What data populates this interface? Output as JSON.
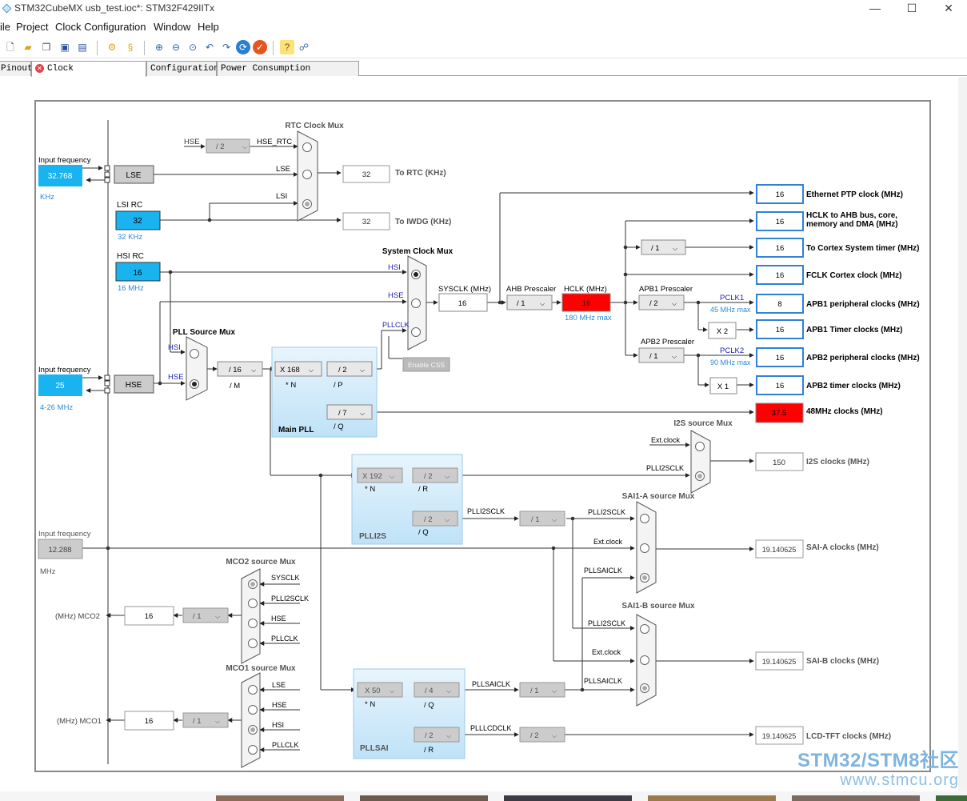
{
  "window": {
    "title": "STM32CubeMX usb_test.ioc*: STM32F429IITx",
    "controls": [
      "—",
      "☐",
      "✕"
    ]
  },
  "menu": [
    "ile",
    "Project",
    "Clock Configuration",
    "Window",
    "Help"
  ],
  "tabs": [
    {
      "label": "Pinout"
    },
    {
      "label": "Clock Configuration",
      "active": true
    },
    {
      "label": "Configuration"
    },
    {
      "label": "Power Consumption Calculator"
    }
  ],
  "diagram": {
    "lse_input": {
      "label": "Input frequency",
      "value": "32.768",
      "unit": "KHz"
    },
    "lse_block": "LSE",
    "lsi": {
      "label": "LSI RC",
      "value": "32",
      "unit": "32 KHz"
    },
    "hsi": {
      "label": "HSI RC",
      "value": "16",
      "unit": "16 MHz"
    },
    "hse_input": {
      "label": "Input frequency",
      "value": "25",
      "unit": "4-26 MHz"
    },
    "hse_block": "HSE",
    "ext_input": {
      "label": "Input frequency",
      "value": "12.288",
      "unit": "MHz"
    },
    "rtc_mux": {
      "title": "RTC Clock Mux",
      "div": "/ 2",
      "inputs": [
        "HSE_RTC",
        "LSE",
        "LSI"
      ],
      "src_hse": "HSE",
      "out": "32",
      "out_label": "To RTC (KHz)"
    },
    "iwdg": {
      "out": "32",
      "label": "To IWDG (KHz)"
    },
    "pll_src": {
      "title": "PLL Source Mux",
      "inputs": [
        "HSI",
        "HSE"
      ],
      "m": "/ 16",
      "m_label": "/ M"
    },
    "main_pll": {
      "title": "Main PLL",
      "n": "X 168",
      "n_label": "* N",
      "p": "/ 2",
      "p_label": "/ P",
      "q": "/ 7",
      "q_label": "/ Q"
    },
    "sys_mux": {
      "title": "System Clock Mux",
      "inputs": [
        "HSI",
        "HSE",
        "PLLCLK"
      ],
      "css": "Enable CSS"
    },
    "sysclk": {
      "label": "SYSCLK (MHz)",
      "value": "16"
    },
    "ahb": {
      "label": "AHB Prescaler",
      "value": "/ 1"
    },
    "hclk": {
      "label": "HCLK (MHz)",
      "value": "16",
      "max": "180 MHz max"
    },
    "apb1": {
      "label": "APB1 Prescaler",
      "value": "/ 2",
      "pclk": "PCLK1",
      "max": "45 MHz max",
      "timer_mult": "X 2"
    },
    "apb2": {
      "label": "APB2 Prescaler",
      "value": "/ 1",
      "pclk": "PCLK2",
      "max": "90 MHz max",
      "timer_mult": "X 1"
    },
    "cortex_div": "/ 1",
    "outputs": [
      {
        "value": "16",
        "label": "Ethernet PTP clock (MHz)"
      },
      {
        "value": "16",
        "label": "HCLK to AHB bus, core,",
        "label2": "memory and DMA (MHz)"
      },
      {
        "value": "16",
        "label": "To Cortex System timer (MHz)"
      },
      {
        "value": "16",
        "label": "FCLK Cortex clock (MHz)"
      },
      {
        "value": "8",
        "label": "APB1 peripheral clocks (MHz)"
      },
      {
        "value": "16",
        "label": "APB1 Timer clocks (MHz)"
      },
      {
        "value": "16",
        "label": "APB2 peripheral clocks (MHz)"
      },
      {
        "value": "16",
        "label": "APB2 timer clocks (MHz)"
      },
      {
        "value": "37.5",
        "label": "48MHz clocks (MHz)"
      }
    ],
    "i2s_mux": {
      "title": "I2S source Mux",
      "inputs": [
        "Ext.clock",
        "PLLI2SCLK"
      ],
      "out": "150",
      "out_label": "I2S clocks (MHz)"
    },
    "plli2s": {
      "title": "PLLI2S",
      "n": "X 192",
      "n_label": "* N",
      "r": "/ 2",
      "r_label": "/ R",
      "q": "/ 2",
      "q_label": "/ Q",
      "clk": "PLLI2SCLK",
      "div": "/ 1"
    },
    "sai_a": {
      "title": "SAI1-A source Mux",
      "inputs": [
        "PLLI2SCLK",
        "Ext.clock",
        "PLLSAICLK"
      ],
      "out": "19.140625",
      "out_label": "SAI-A clocks (MHz)"
    },
    "sai_b": {
      "title": "SAI1-B source Mux",
      "inputs": [
        "PLLI2SCLK",
        "Ext.clock",
        "PLLSAICLK"
      ],
      "out": "19.140625",
      "out_label": "SAI-B clocks (MHz)"
    },
    "pllsai": {
      "title": "PLLSAI",
      "n": "X 50",
      "n_label": "* N",
      "q": "/ 4",
      "q_label": "/ Q",
      "r": "/ 2",
      "r_label": "/ R",
      "clk": "PLLSAICLK",
      "div": "/ 1",
      "lcd_clk": "PLLLCDCLK",
      "lcd_div": "/ 2",
      "lcd_out": "19.140625",
      "lcd_label": "LCD-TFT clocks (MHz)"
    },
    "mco2": {
      "title": "MCO2 source Mux",
      "inputs": [
        "SYSCLK",
        "PLLI2SCLK",
        "HSE",
        "PLLCLK"
      ],
      "div": "/ 1",
      "out": "16",
      "label": "(MHz) MCO2"
    },
    "mco1": {
      "title": "MCO1 source Mux",
      "inputs": [
        "LSE",
        "HSE",
        "HSI",
        "PLLCLK"
      ],
      "div": "/ 1",
      "out": "16",
      "label": "(MHz) MCO1"
    }
  },
  "watermark": {
    "line1": "STM32/STM8社区",
    "line2": "www.stmcu.org"
  },
  "colors": {
    "cyan": "#19b3ef",
    "red": "#ff0000",
    "pll_blue": "#cfe9f9",
    "grey_box": "#cccccc",
    "blue_border": "#2f82d6",
    "dark_blue_text": "#1f1fb0",
    "link_blue": "#2b8ad8"
  }
}
